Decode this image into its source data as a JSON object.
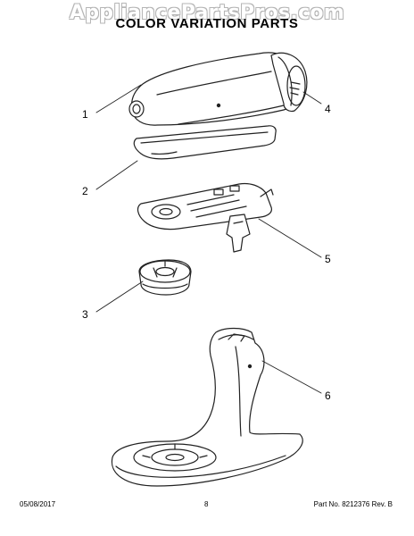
{
  "watermark": "AppliancePartsPros.com",
  "title": "COLOR VARIATION PARTS",
  "callouts": [
    "1",
    "2",
    "3",
    "4",
    "5",
    "6"
  ],
  "footer": {
    "date": "05/08/2017",
    "page": "8",
    "part": "Part No. 8212376  Rev. B"
  }
}
